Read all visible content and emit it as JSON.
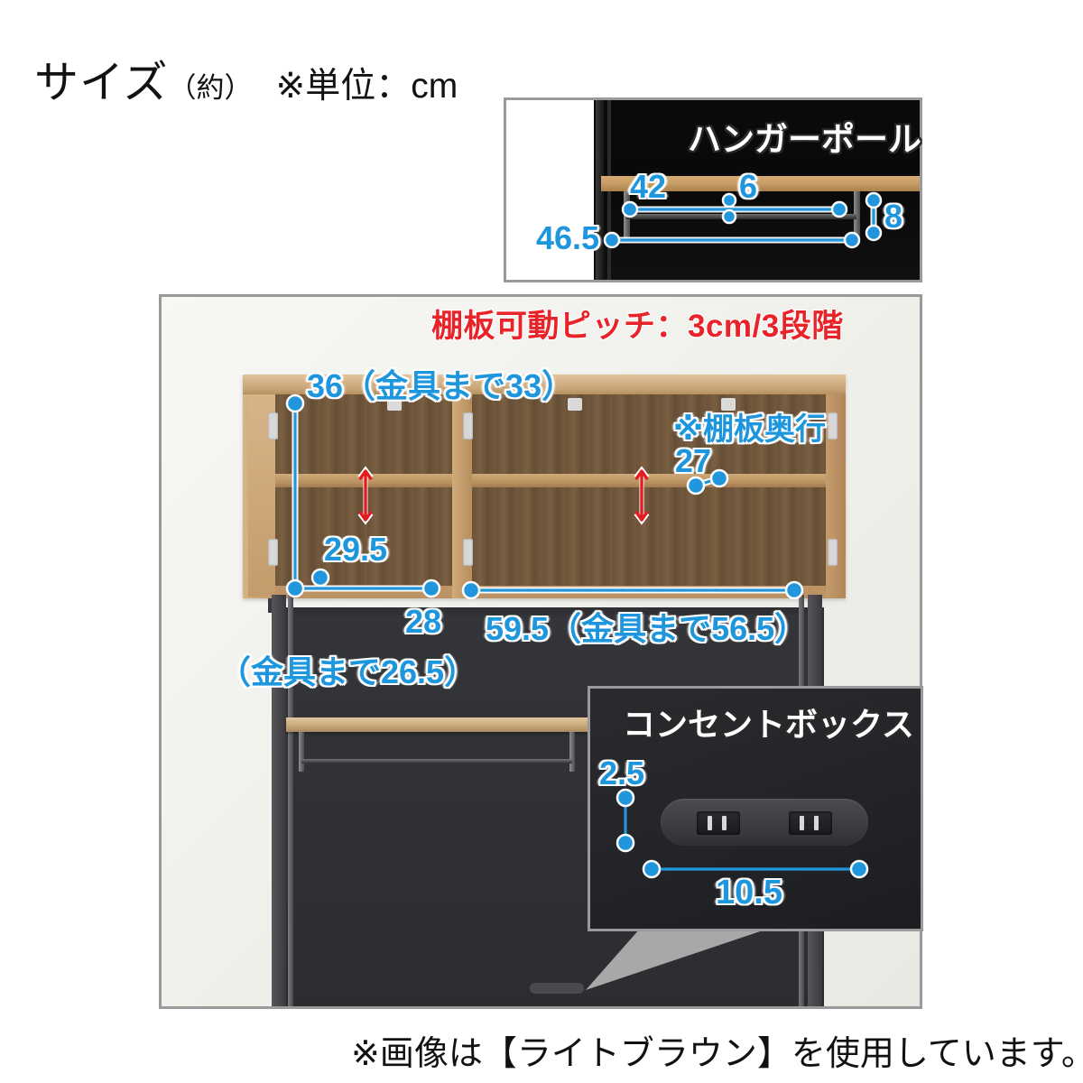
{
  "header": {
    "title_main": "サイズ",
    "title_paren": "（約）",
    "title_unit": "※単位：cm"
  },
  "colors": {
    "dimension_blue": "#1e96dd",
    "note_red": "#e8232a",
    "panel_border": "#9a9a9a",
    "inset_title_white": "#ffffff"
  },
  "hanger_inset": {
    "title": "ハンガーポール",
    "dims": {
      "pole_width": "42",
      "pole_gap": "6",
      "pole_drop": "8",
      "opening_width": "46.5"
    }
  },
  "main_panel": {
    "red_note": "棚板可動ピッチ：3cm/3段階",
    "dims": {
      "height_total": "36（金具まで33）",
      "shelf_depth_label": "※棚板奥行",
      "shelf_depth_value": "27",
      "inner_height": "29.5",
      "left_section_width": "28",
      "left_section_sub": "（金具まで26.5）",
      "right_section_width": "59.5（金具まで56.5）"
    }
  },
  "outlet_inset": {
    "title": "コンセントボックス",
    "dims": {
      "height": "2.5",
      "width": "10.5"
    }
  },
  "footer": {
    "caption": "※画像は【ライトブラウン】を使用しています。"
  }
}
